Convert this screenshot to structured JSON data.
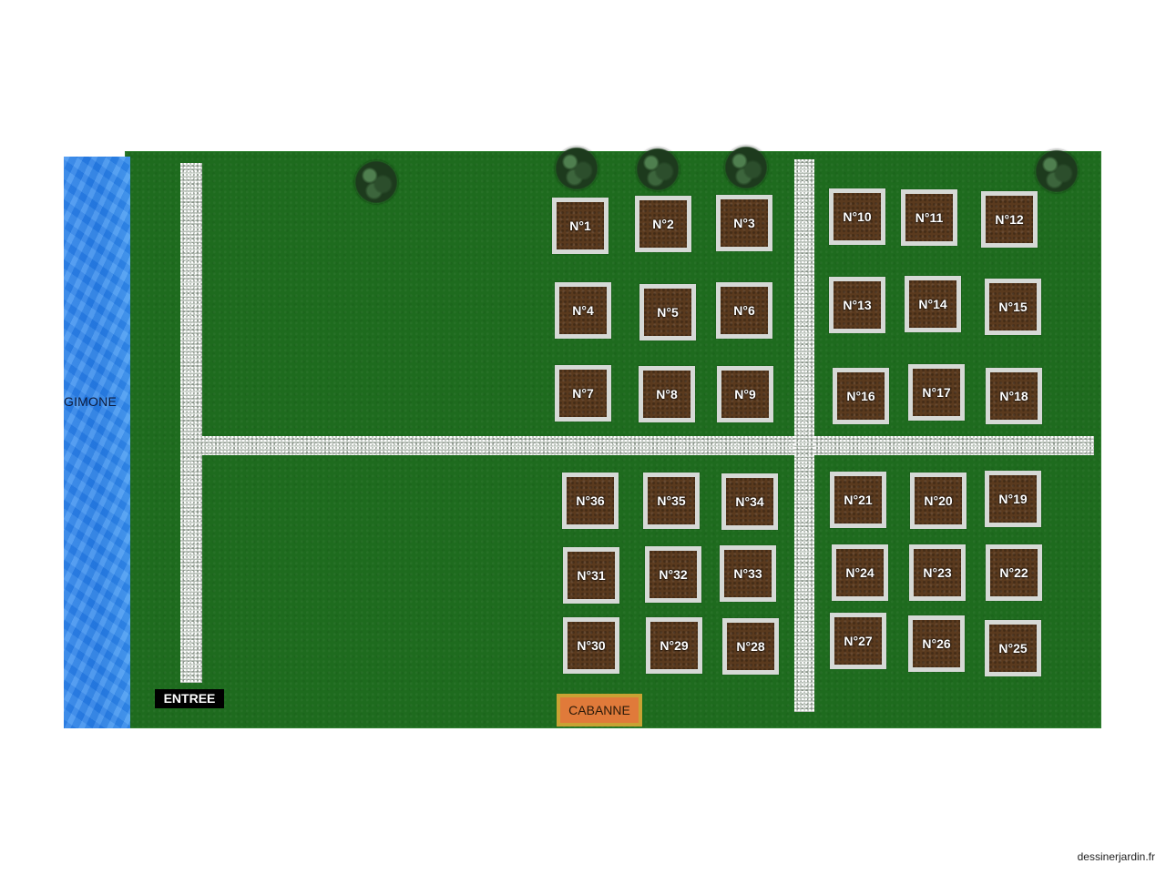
{
  "map": {
    "river_label": "GIMONE",
    "entrance_label": "ENTREE",
    "shed_label": "CABANNE",
    "footer_credit": "dessinerjardin.fr",
    "plots": [
      "N°1",
      "N°2",
      "N°3",
      "N°4",
      "N°5",
      "N°6",
      "N°7",
      "N°8",
      "N°9",
      "N°10",
      "N°11",
      "N°12",
      "N°13",
      "N°14",
      "N°15",
      "N°16",
      "N°17",
      "N°18",
      "N°36",
      "N°35",
      "N°34",
      "N°31",
      "N°32",
      "N°33",
      "N°30",
      "N°29",
      "N°28",
      "N°21",
      "N°20",
      "N°19",
      "N°24",
      "N°23",
      "N°22",
      "N°27",
      "N°26",
      "N°25"
    ],
    "colors": {
      "lawn": "#1e6b1e",
      "river": "#2f86ea",
      "soil": "#5a3a1e",
      "path": "#b4bcb4",
      "shed_border": "#c9a233",
      "shed_fill": "#e07a3a"
    }
  }
}
